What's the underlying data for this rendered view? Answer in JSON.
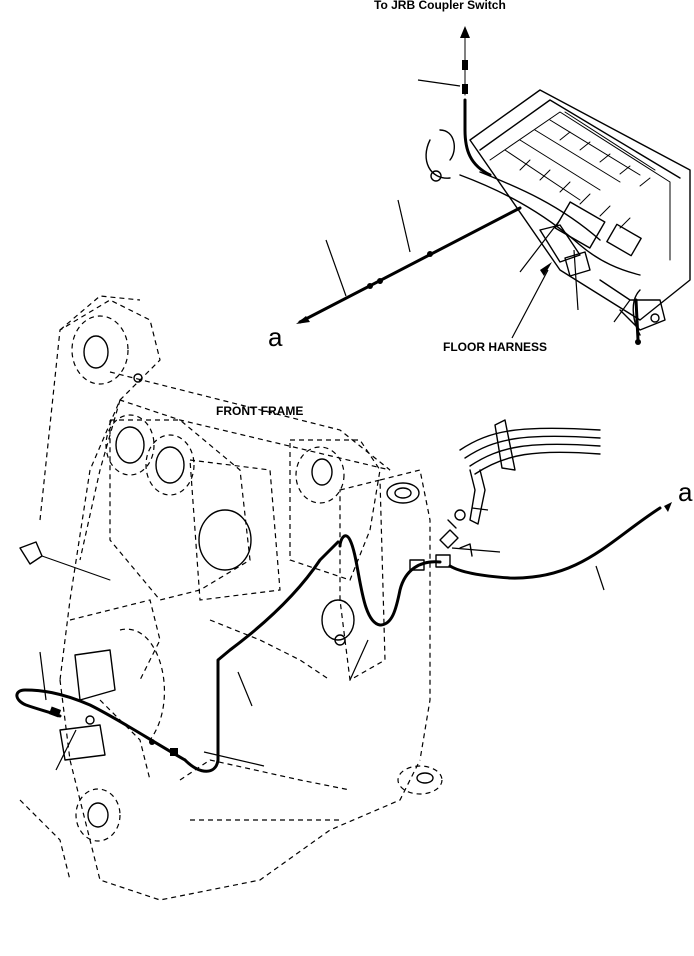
{
  "labels": {
    "top_destination": "To JRB Coupler Switch",
    "floor_harness": "FLOOR HARNESS",
    "front_frame": "FRONT FRAME",
    "connector_ref": "a"
  }
}
